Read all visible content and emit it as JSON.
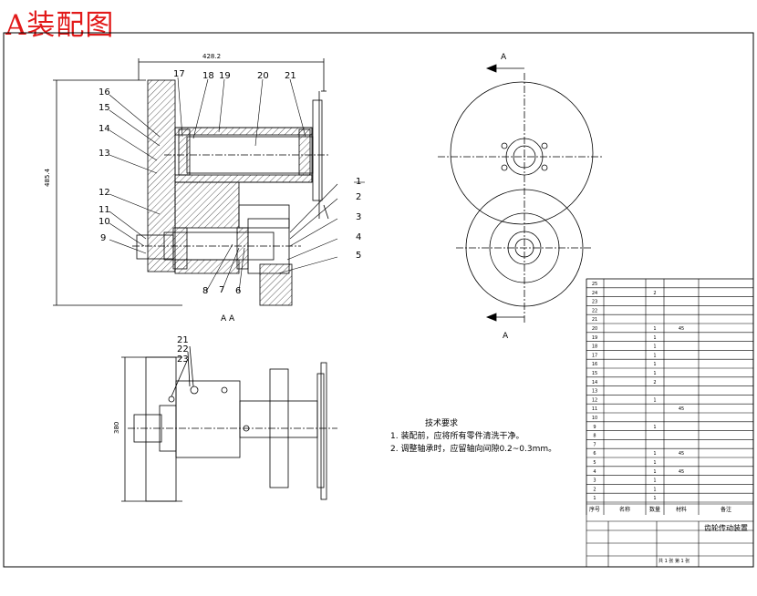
{
  "title_stamp": "A装配图",
  "colors": {
    "stamp": "#e21a1a",
    "line": "#000000",
    "hatch": "#333333"
  },
  "dimensions": {
    "width_top": "428.2",
    "height_left": "485.4",
    "height_bottom": "380"
  },
  "view_labels": {
    "section": "A A",
    "arrow_top": "A",
    "arrow_bottom": "A"
  },
  "balloons": [
    "1",
    "2",
    "3",
    "4",
    "5",
    "6",
    "7",
    "8",
    "9",
    "10",
    "11",
    "12",
    "13",
    "14",
    "15",
    "16",
    "17",
    "18",
    "19",
    "20",
    "21"
  ],
  "balloons_bottom": [
    "21",
    "22",
    "23"
  ],
  "notes": {
    "title": "技术要求",
    "line1": "1. 装配前，应将所有零件清洗干净。",
    "line2": "2. 调整轴承时，应留轴向间隙0.2~0.3mm。"
  },
  "bom": {
    "header": [
      "序号",
      "名称",
      "数量",
      "材料",
      "备注"
    ],
    "rows": [
      [
        "25",
        "",
        "",
        "",
        ""
      ],
      [
        "24",
        "",
        "2",
        "",
        ""
      ],
      [
        "23",
        "",
        "",
        "",
        ""
      ],
      [
        "22",
        "",
        "",
        "",
        ""
      ],
      [
        "21",
        "",
        "",
        "",
        ""
      ],
      [
        "20",
        "",
        "1",
        "45",
        ""
      ],
      [
        "19",
        "",
        "1",
        "",
        ""
      ],
      [
        "18",
        "",
        "1",
        "",
        ""
      ],
      [
        "17",
        "",
        "1",
        "",
        ""
      ],
      [
        "16",
        "",
        "1",
        "",
        ""
      ],
      [
        "15",
        "",
        "1",
        "",
        ""
      ],
      [
        "14",
        "",
        "2",
        "",
        ""
      ],
      [
        "13",
        "",
        "",
        "",
        ""
      ],
      [
        "12",
        "",
        "1",
        "",
        ""
      ],
      [
        "11",
        "",
        "",
        "45",
        ""
      ],
      [
        "10",
        "",
        "",
        "",
        ""
      ],
      [
        "9",
        "",
        "1",
        "",
        ""
      ],
      [
        "8",
        "",
        "",
        "",
        ""
      ],
      [
        "7",
        "",
        "",
        "",
        ""
      ],
      [
        "6",
        "",
        "1",
        "45",
        ""
      ],
      [
        "5",
        "",
        "1",
        "",
        ""
      ],
      [
        "4",
        "",
        "1",
        "45",
        ""
      ],
      [
        "3",
        "",
        "1",
        "",
        ""
      ],
      [
        "2",
        "",
        "1",
        "",
        ""
      ],
      [
        "1",
        "",
        "1",
        "",
        ""
      ]
    ]
  },
  "title_block": {
    "name": "齿轮传动装置",
    "sheet": "共 1 张 第 1 张"
  }
}
